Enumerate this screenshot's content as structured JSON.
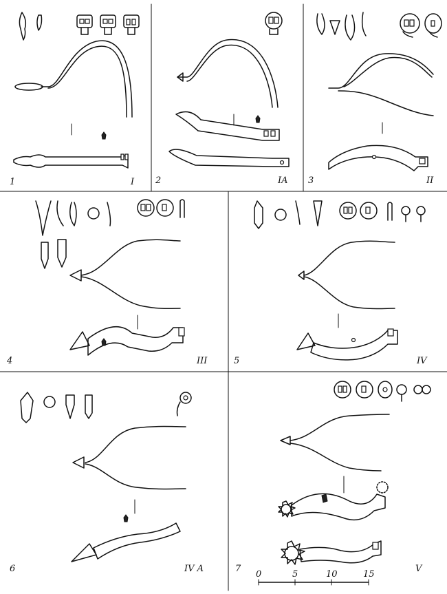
{
  "panels": [
    {
      "number": "1",
      "type": "I"
    },
    {
      "number": "2",
      "type": "IA"
    },
    {
      "number": "3",
      "type": "II"
    },
    {
      "number": "4",
      "type": "III"
    },
    {
      "number": "5",
      "type": "IV"
    },
    {
      "number": "6",
      "type": "IV A"
    },
    {
      "number": "7",
      "type": "V"
    }
  ],
  "scale": {
    "ticks": [
      "0",
      "5",
      "10",
      "15"
    ]
  }
}
